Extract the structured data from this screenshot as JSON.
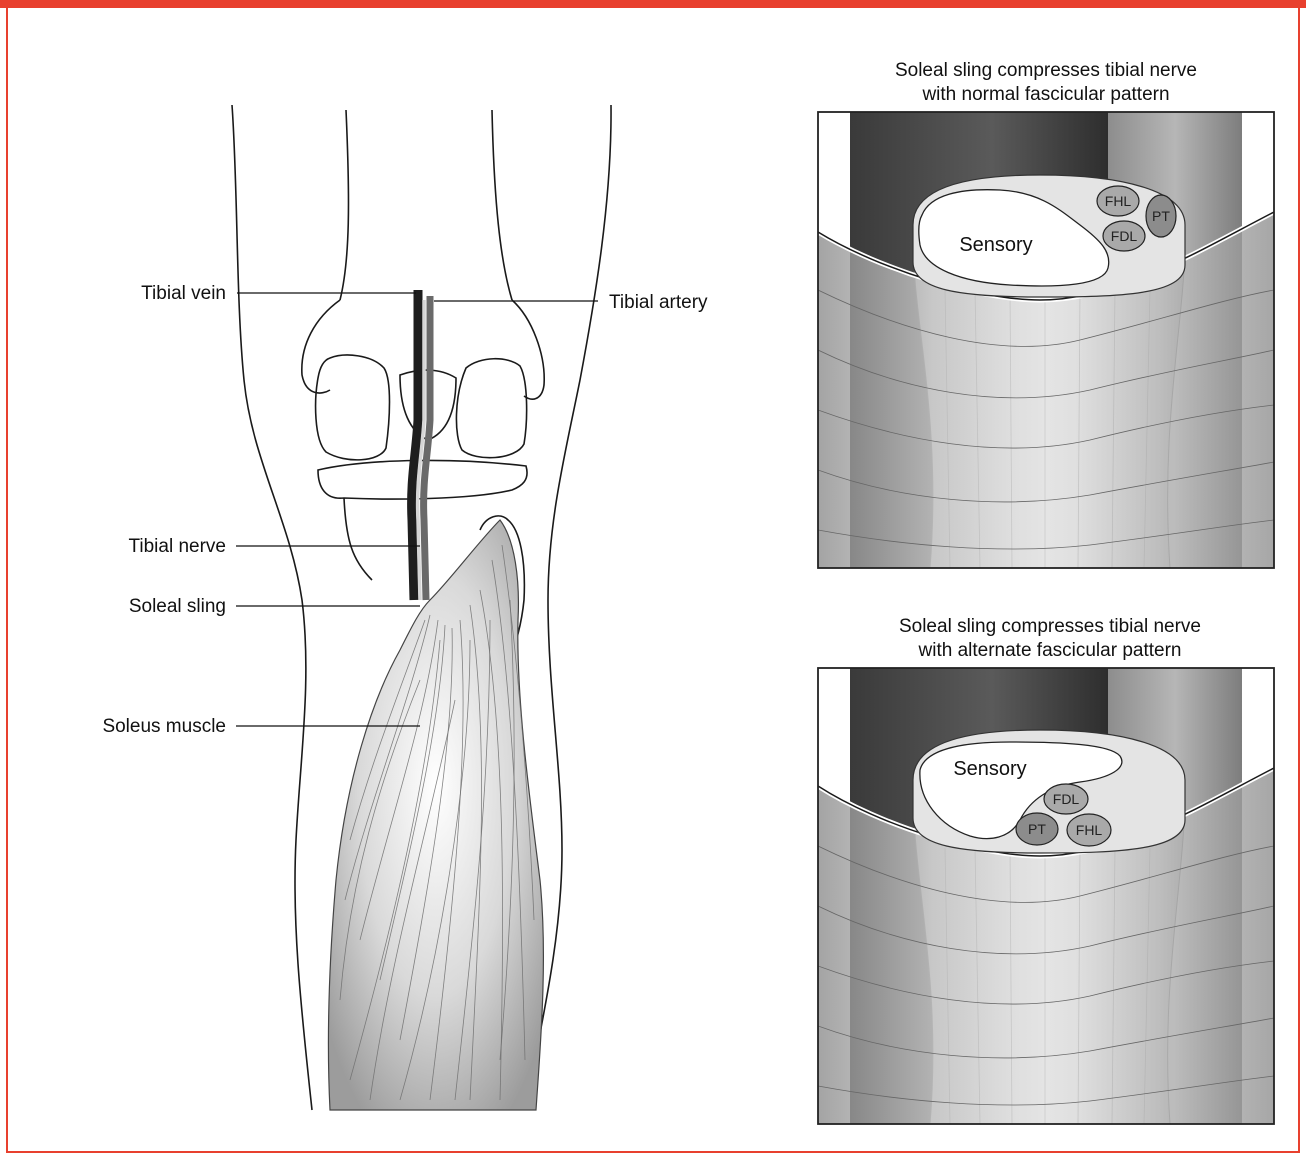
{
  "left_labels": {
    "tibial_vein": "Tibial vein",
    "tibial_artery": "Tibial artery",
    "tibial_nerve": "Tibial nerve",
    "soleal_sling": "Soleal sling",
    "soleus_muscle": "Soleus muscle"
  },
  "panel_top": {
    "title_line1": "Soleal sling compresses tibial nerve",
    "title_line2": "with normal fascicular pattern",
    "sensory": "Sensory",
    "fhl": "FHL",
    "pt": "PT",
    "fdl": "FDL"
  },
  "panel_bottom": {
    "title_line1": "Soleal sling compresses tibial nerve",
    "title_line2": "with alternate fascicular pattern",
    "sensory": "Sensory",
    "fdl": "FDL",
    "pt": "PT",
    "fhl": "FHL"
  },
  "colors": {
    "frame_accent": "#e8402e",
    "fascicle_fill": "#a9a9a9",
    "sensory_fill": "#ffffff"
  }
}
